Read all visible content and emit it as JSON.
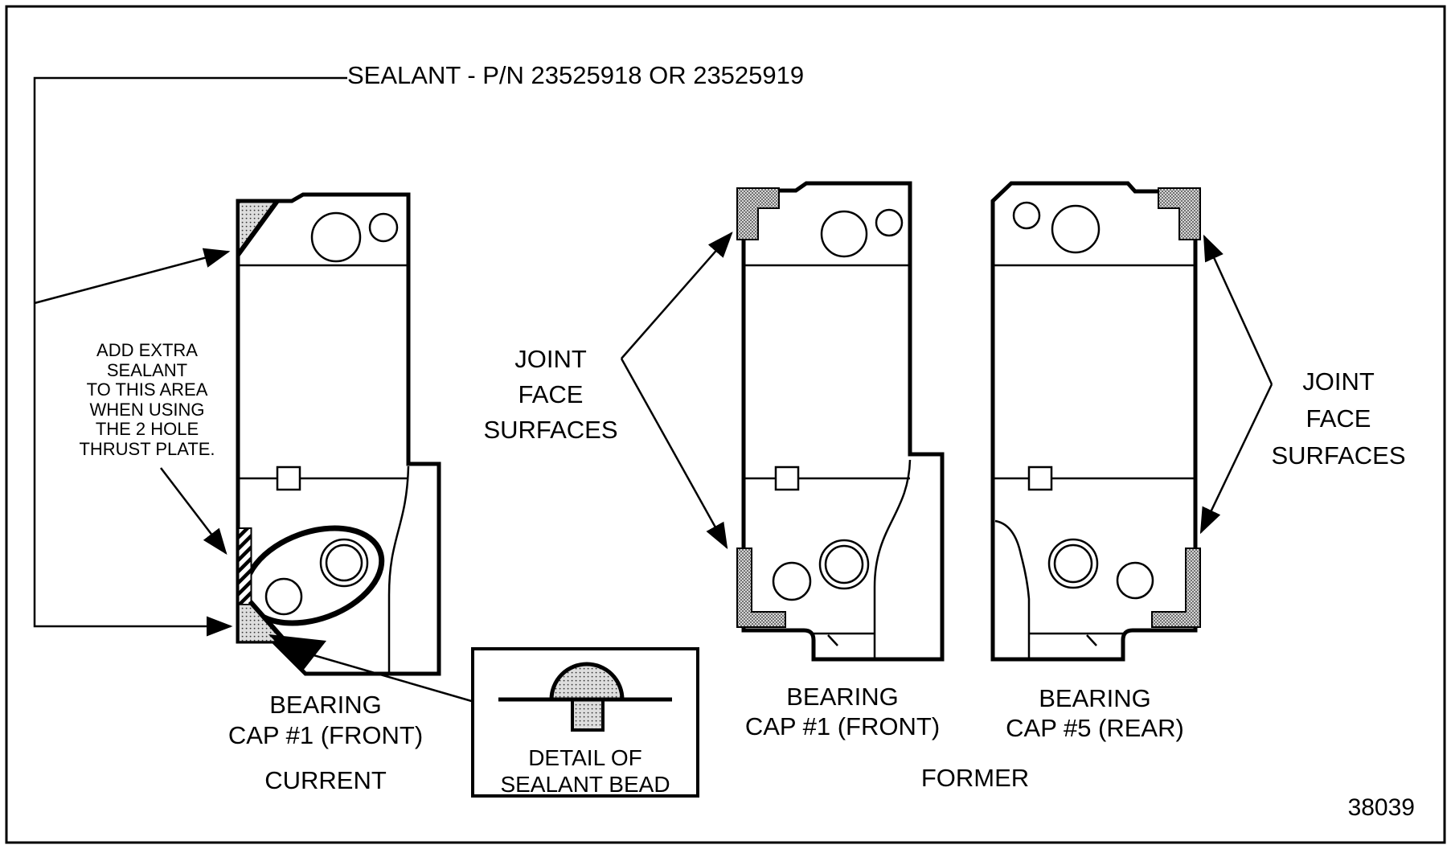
{
  "title": {
    "text": "SEALANT - P/N 23525918 OR 23525919"
  },
  "figure_number": "38039",
  "annotations": {
    "add_extra_sealant": {
      "lines": [
        "ADD EXTRA",
        "SEALANT",
        "TO THIS AREA",
        "WHEN USING",
        "THE 2 HOLE",
        "THRUST PLATE."
      ]
    },
    "joint_face_left": {
      "lines": [
        "JOINT",
        "FACE",
        "SURFACES"
      ]
    },
    "joint_face_right": {
      "lines": [
        "JOINT",
        "FACE",
        "SURFACES"
      ]
    },
    "detail_box": {
      "lines": [
        "DETAIL OF",
        "SEALANT BEAD"
      ]
    }
  },
  "caps": {
    "current": {
      "label_line1": "BEARING",
      "label_line2": "CAP #1 (FRONT)",
      "group_label": "CURRENT"
    },
    "former_front": {
      "label_line1": "BEARING",
      "label_line2": "CAP #1 (FRONT)"
    },
    "former_rear": {
      "label_line1": "BEARING",
      "label_line2": "CAP #5 (REAR)",
      "group_label": "FORMER"
    }
  },
  "colors": {
    "line": "#000000",
    "background": "#ffffff",
    "sealant_dot_fill": "#dddddd",
    "joint_face_hatch": "#666666"
  }
}
